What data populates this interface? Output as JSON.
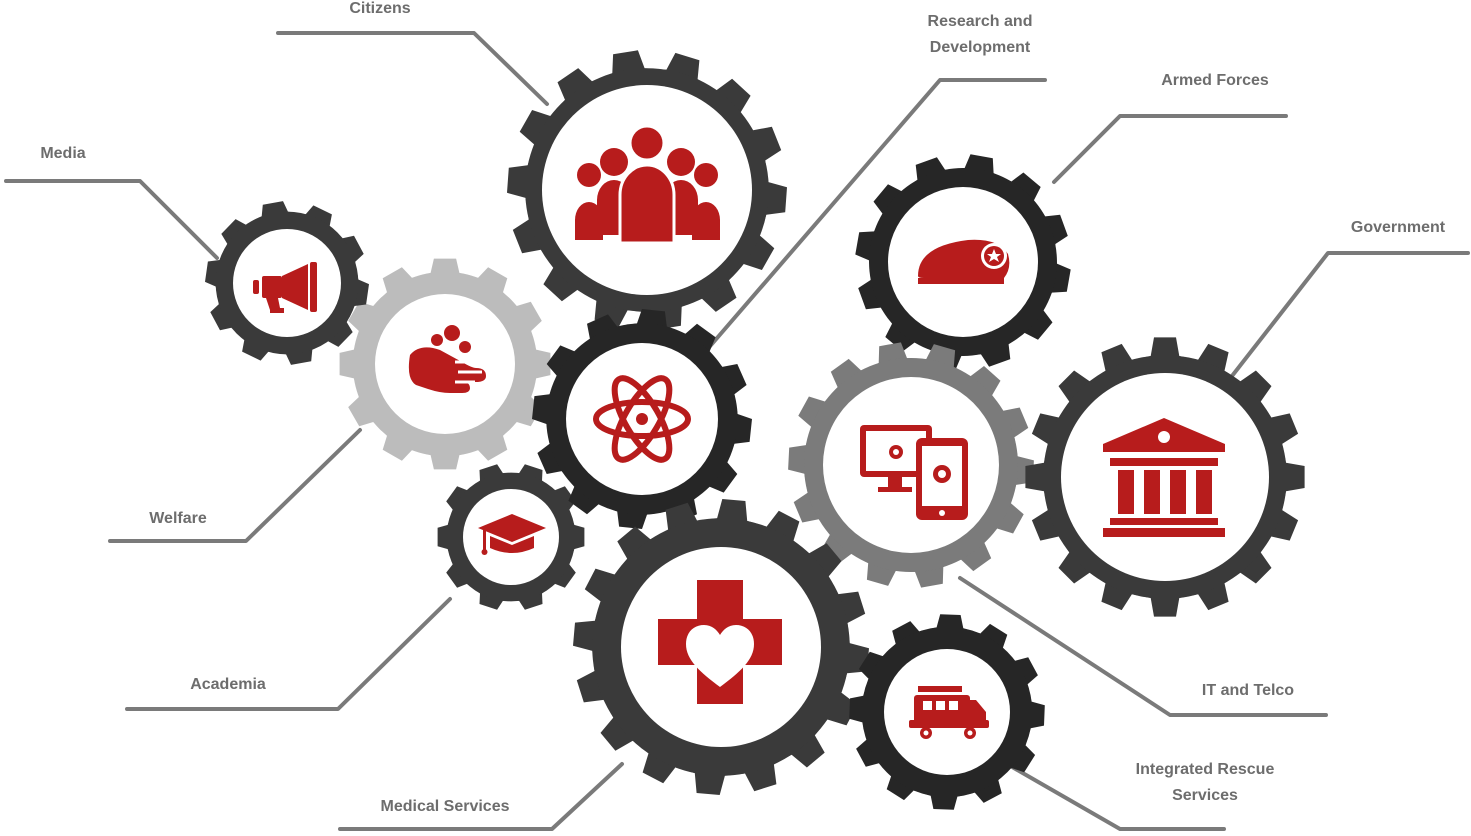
{
  "diagram": {
    "colors": {
      "accent": "#b71c1c",
      "gear_dark": "#3a3a3a",
      "gear_black": "#262626",
      "gear_mid": "#7b7b7b",
      "gear_light": "#bcbcbc",
      "leader_line": "#7a7a7a",
      "label_text": "#6d6d6d"
    },
    "labels": {
      "citizens": "Citizens",
      "research_1": "Research and",
      "research_2": "Development",
      "armed_forces": "Armed Forces",
      "media": "Media",
      "government": "Government",
      "welfare": "Welfare",
      "academia": "Academia",
      "it_telco": "IT and Telco",
      "medical": "Medical Services",
      "rescue_1": "Integrated Rescue",
      "rescue_2": "Services"
    },
    "icons": {
      "citizens": "people-group-icon",
      "media": "megaphone-icon",
      "welfare": "helping-hands-icon",
      "research": "atom-icon",
      "academia": "graduation-cap-icon",
      "medical": "medical-cross-heart-icon",
      "armed_forces": "military-beret-icon",
      "it_telco": "computer-mobile-gears-icon",
      "government": "government-building-icon",
      "rescue": "fire-truck-icon"
    }
  }
}
